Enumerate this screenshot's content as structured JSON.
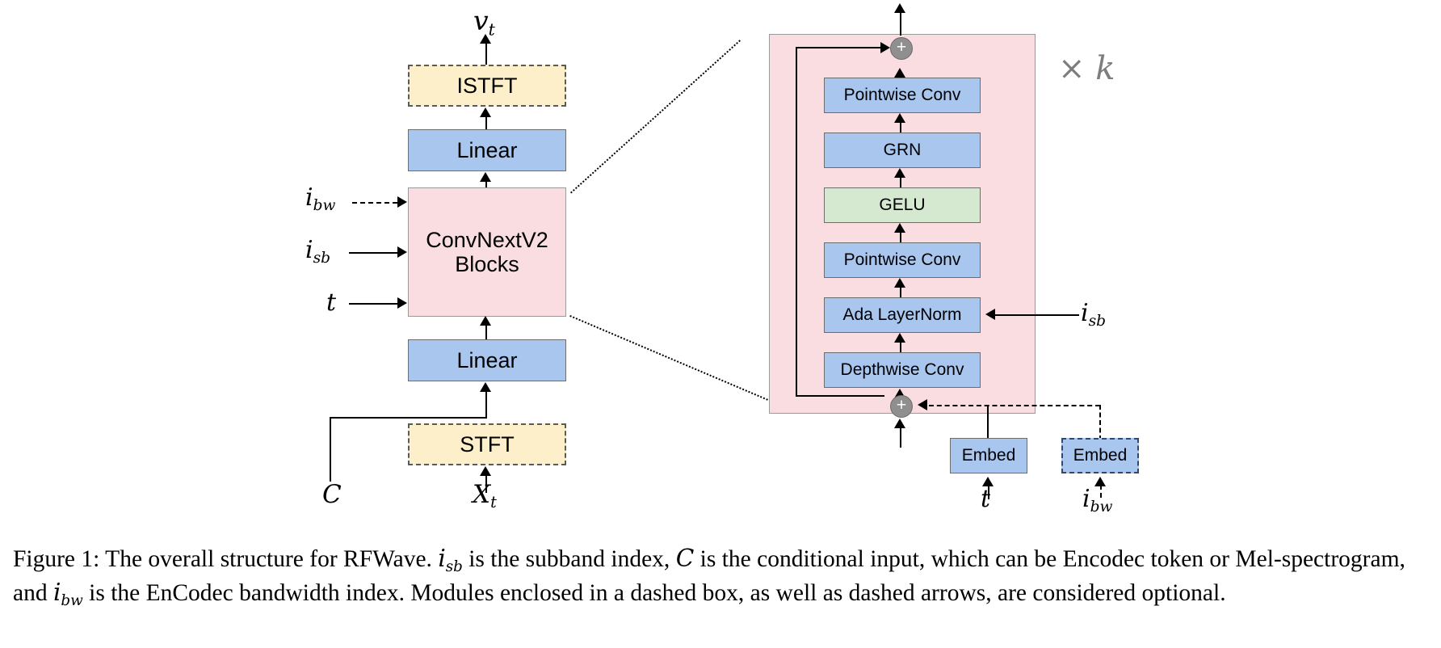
{
  "figure": {
    "number": "Figure 1:",
    "caption_text": "Figure 1: The overall structure for RFWave. i_sb is the subband index, C is the conditional input, which can be Encodec token or Mel-spectrogram, and i_bw is the EnCodec bandwidth index. Modules enclosed in a dashed box, as well as dashed arrows, are considered optional.",
    "caption_parts": {
      "p1": "Figure 1: The overall structure for RFWave. ",
      "m1": "i",
      "m1sub": "sb",
      "p2": " is the subband index, ",
      "m2": "C",
      "p3": " is the conditional input, which can be Encodec token or Mel-spectrogram, and ",
      "m3": "i",
      "m3sub": "bw",
      "p4": " is the EnCodec bandwidth index. Modules enclosed in a dashed box, as well as dashed arrows, are considered optional."
    }
  },
  "colors": {
    "blue_block": "#a9c6ef",
    "green_block": "#d5e8d0",
    "cream_block": "#fdefc9",
    "pink_panel": "#fadde1",
    "plus_node": "#8f8f8f",
    "repeat_label": "#7d7d7d",
    "border": "#7a7a7a"
  },
  "left_pipeline": {
    "output_label": {
      "base": "v",
      "sub": "t"
    },
    "blocks": [
      {
        "id": "istft",
        "label": "ISTFT",
        "style": "cream-dashed",
        "optional": true
      },
      {
        "id": "linear_top",
        "label": "Linear",
        "style": "blue"
      },
      {
        "id": "convnext",
        "label_line1": "ConvNextV2",
        "label_line2": "Blocks",
        "style": "pink"
      },
      {
        "id": "linear_bottom",
        "label": "Linear",
        "style": "blue"
      },
      {
        "id": "stft",
        "label": "STFT",
        "style": "cream-dashed",
        "optional": true
      }
    ],
    "inputs": [
      {
        "id": "i_bw",
        "base": "i",
        "sub": "bw",
        "arrow": "dashed"
      },
      {
        "id": "i_sb",
        "base": "i",
        "sub": "sb",
        "arrow": "solid"
      },
      {
        "id": "t",
        "base": "t",
        "sub": "",
        "arrow": "solid"
      }
    ],
    "bottom_inputs": [
      {
        "id": "C",
        "base": "C",
        "sub": ""
      },
      {
        "id": "X_t",
        "base": "X",
        "sub": "t"
      }
    ]
  },
  "right_panel": {
    "repeat_label": {
      "times": "×",
      "k": "k"
    },
    "blocks": [
      {
        "id": "pointwise_conv_2",
        "label": "Pointwise Conv",
        "style": "blue"
      },
      {
        "id": "grn",
        "label": "GRN",
        "style": "blue"
      },
      {
        "id": "gelu",
        "label": "GELU",
        "style": "green"
      },
      {
        "id": "pointwise_conv_1",
        "label": "Pointwise Conv",
        "style": "blue"
      },
      {
        "id": "ada_layernorm",
        "label": "Ada LayerNorm",
        "style": "blue"
      },
      {
        "id": "depthwise_conv",
        "label": "Depthwise Conv",
        "style": "blue"
      }
    ],
    "add_nodes": [
      {
        "id": "add-top",
        "glyph": "+"
      },
      {
        "id": "add-bottom",
        "glyph": "+"
      }
    ],
    "side_input": {
      "base": "i",
      "sub": "sb",
      "arrow": "solid"
    },
    "embed_blocks": [
      {
        "id": "embed_t",
        "label": "Embed",
        "style": "blue",
        "optional": false,
        "input": {
          "base": "t",
          "sub": ""
        },
        "arrow": "solid"
      },
      {
        "id": "embed_ibw",
        "label": "Embed",
        "style": "blue-dashed",
        "optional": true,
        "input": {
          "base": "i",
          "sub": "bw"
        },
        "arrow": "dashed"
      }
    ]
  }
}
